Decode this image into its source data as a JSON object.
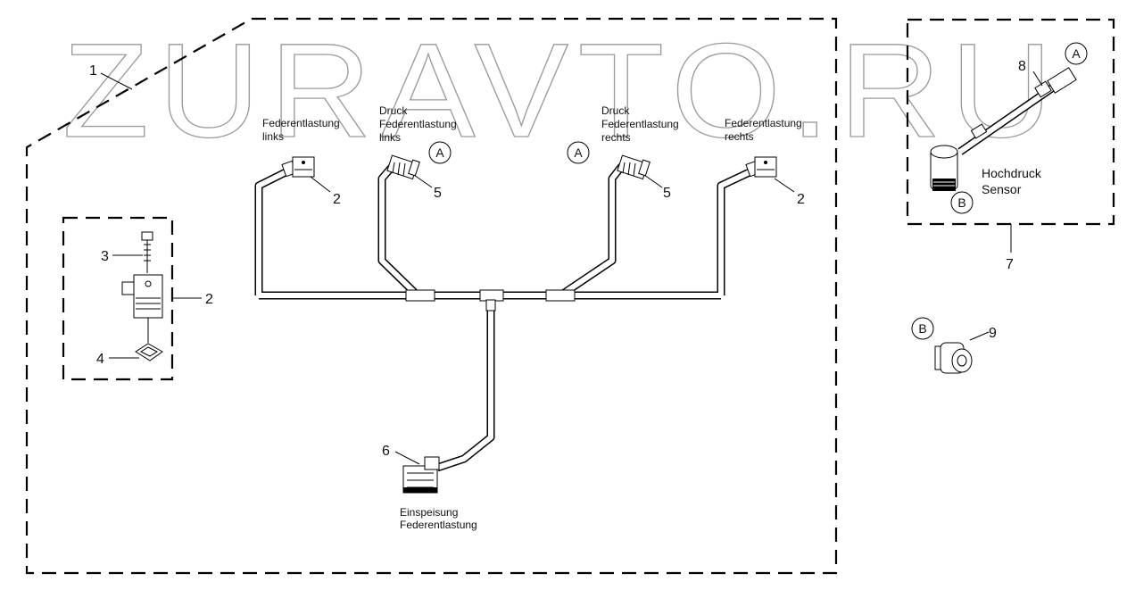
{
  "watermark": "ZURAVTO.RU",
  "labels": {
    "federentlastung_links": [
      "Federentlastung",
      "links"
    ],
    "druck_links": [
      "Druck",
      "Federentlastung",
      "links"
    ],
    "druck_rechts": [
      "Druck",
      "Federentlastung",
      "rechts"
    ],
    "federentlastung_rechts": [
      "Federentlastung",
      "rechts"
    ],
    "einspeisung": [
      "Einspeisung",
      "Federentlastung"
    ],
    "hochdruck": [
      "Hochdruck",
      "Sensor"
    ]
  },
  "callouts": {
    "c1": "1",
    "c2_left": "2",
    "c2_right": "2",
    "c2_detail": "2",
    "c3": "3",
    "c4": "4",
    "c5_left": "5",
    "c5_right": "5",
    "c6": "6",
    "c7": "7",
    "c8": "8",
    "c9": "9"
  },
  "connector_refs": {
    "a_left": "A",
    "a_right": "A",
    "a_sensor": "A",
    "b_sensor": "B",
    "b_part": "B"
  }
}
